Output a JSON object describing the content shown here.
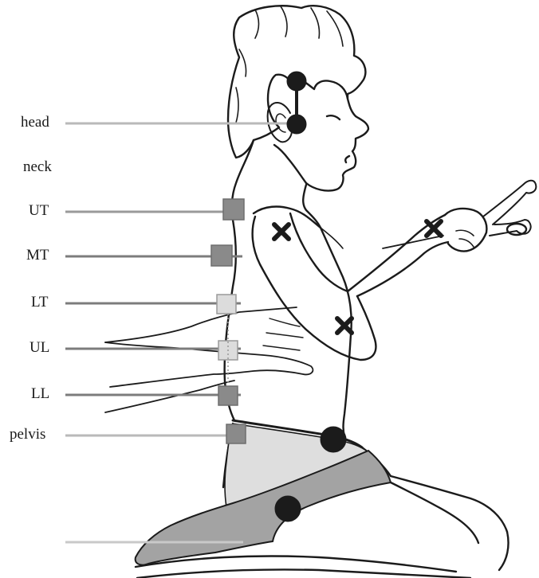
{
  "segments": [
    {
      "label": "head",
      "tone": "light",
      "marker": "dot"
    },
    {
      "label": "neck"
    },
    {
      "label": "UT",
      "tone": "mid",
      "marker": "square"
    },
    {
      "label": "MT",
      "tone": "dark",
      "marker": "square"
    },
    {
      "label": "LT",
      "tone": "dark",
      "marker": "square-open"
    },
    {
      "label": "UL",
      "tone": "dark",
      "marker": "square-open"
    },
    {
      "label": "LL",
      "tone": "dark",
      "marker": "square"
    },
    {
      "label": "pelvis",
      "tone": "light",
      "marker": "square"
    }
  ],
  "palette": {
    "line_light": "#b9b9b9",
    "line_mid": "#9a9a9a",
    "line_dark": "#7c7c7c",
    "marker_fill": "#8a8a8a",
    "marker_open": "#dcdcdc",
    "dot": "#1b1b1b",
    "ink": "#1b1b1b",
    "skirt": "#a3a3a3",
    "shorts": "#dedede"
  }
}
